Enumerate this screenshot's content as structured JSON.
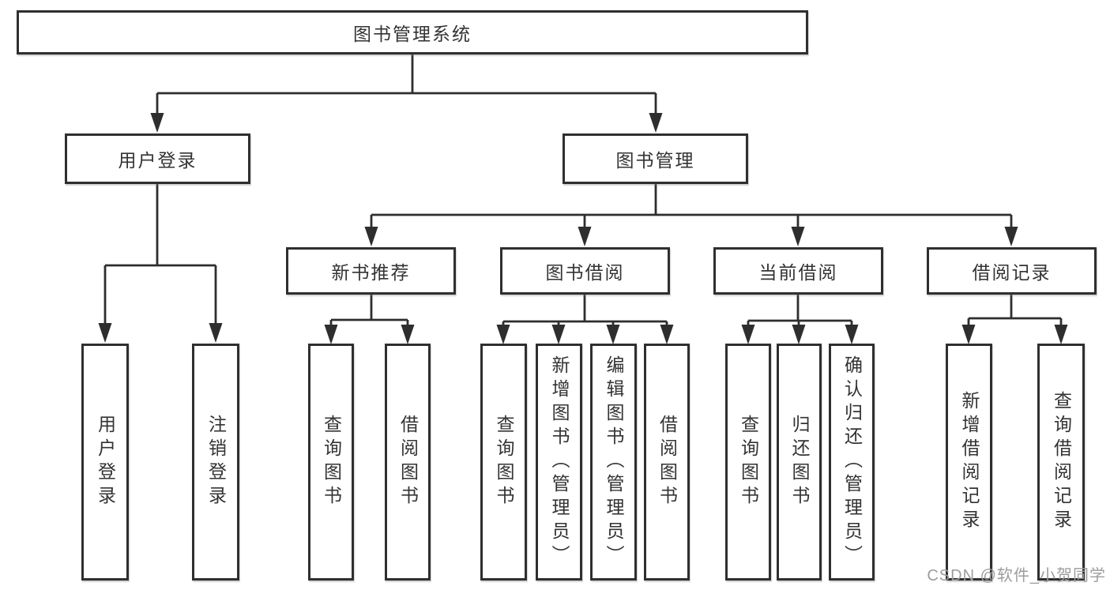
{
  "diagram": {
    "root": {
      "label": "图书管理系统"
    },
    "level2": [
      {
        "label": "用户登录"
      },
      {
        "label": "图书管理"
      }
    ],
    "level3": [
      {
        "label": "新书推荐"
      },
      {
        "label": "图书借阅"
      },
      {
        "label": "当前借阅"
      },
      {
        "label": "借阅记录"
      }
    ],
    "leaves": {
      "user_login": [
        "用户登录",
        "注销登录"
      ],
      "new_books": [
        "查询图书",
        "借阅图书"
      ],
      "book_borrow": [
        "查询图书",
        "新增图书（管理员）",
        "编辑图书（管理员）",
        "借阅图书"
      ],
      "current_borrow": [
        "查询图书",
        "归还图书",
        "确认归还（管理员）"
      ],
      "borrow_records": [
        "新增借阅记录",
        "查询借阅记录"
      ]
    }
  },
  "watermark": "CSDN @软件_小贺同学",
  "colors": {
    "line": "#2e2e2e",
    "box_border": "#2f2f2f",
    "text": "#333333",
    "watermark": "#9d9d9d",
    "background": "#ffffff"
  }
}
